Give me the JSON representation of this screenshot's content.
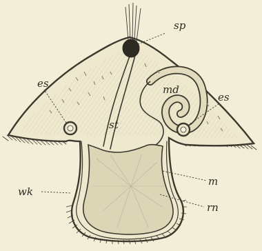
{
  "figure": {
    "background": "#f3eed8",
    "ink_color": "#3b382e",
    "labels": {
      "sp": "sp",
      "es_left": "es",
      "es_right": "es",
      "md": "md",
      "st": "st",
      "wk": "wk",
      "m": "m",
      "rn": "rn"
    }
  }
}
